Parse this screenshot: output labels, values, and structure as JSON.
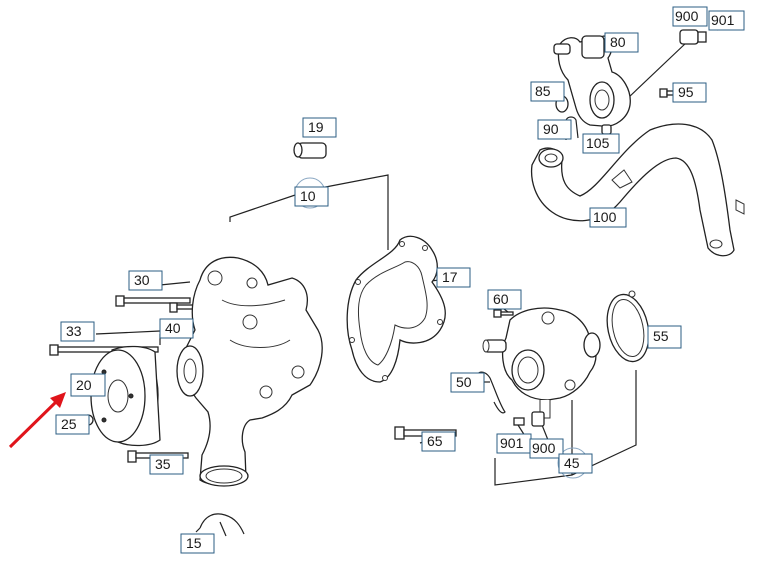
{
  "diagram": {
    "highlight_color": "#e0141b",
    "label_border_color": "#2b5d83",
    "labels": {
      "p10": "10",
      "p15": "15",
      "p17": "17",
      "p19": "19",
      "p20": "20",
      "p25": "25",
      "p30": "30",
      "p33": "33",
      "p35": "35",
      "p40": "40",
      "p45": "45",
      "p50": "50",
      "p55": "55",
      "p60": "60",
      "p65": "65",
      "p80": "80",
      "p85": "85",
      "p90": "90",
      "p95": "95",
      "p100": "100",
      "p105": "105",
      "p900a": "900",
      "p901a": "901",
      "p900b": "900",
      "p901b": "901"
    }
  }
}
